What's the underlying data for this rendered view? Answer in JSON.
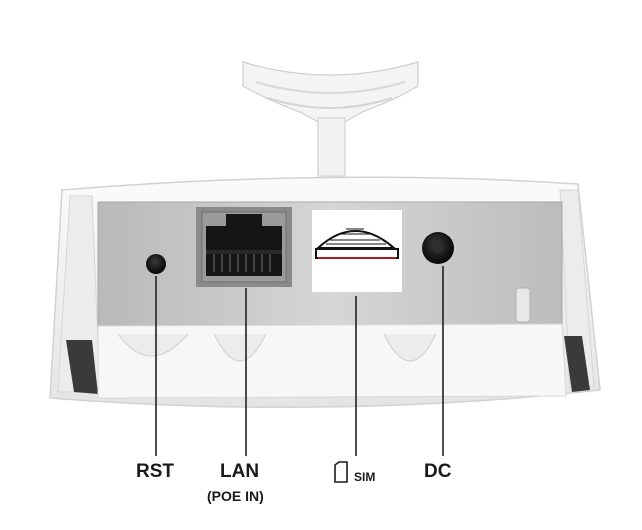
{
  "ports": {
    "rst": {
      "label": "RST"
    },
    "lan": {
      "label": "LAN",
      "sublabel": "(POE IN)"
    },
    "sim": {
      "label": "SIM",
      "icon": "sim-card-icon"
    },
    "dc": {
      "label": "DC"
    }
  },
  "colors": {
    "housing": "#f2f2f2",
    "panel": "#cfcfcf",
    "port": "#111111",
    "sim_stripe": "#d81e1e",
    "leader_line": "#222222"
  }
}
